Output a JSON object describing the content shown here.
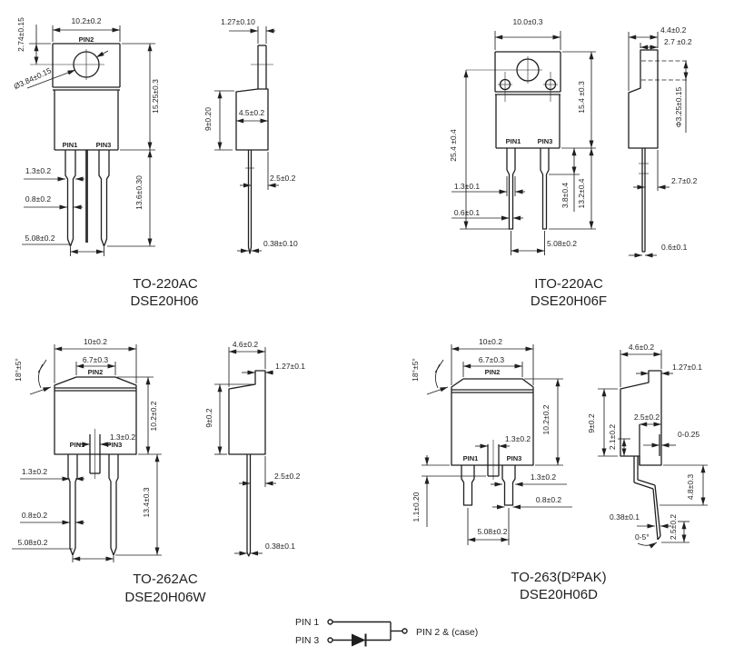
{
  "colors": {
    "line": "#1f1f1f",
    "background": "#ffffff"
  },
  "to220": {
    "caption": "TO-220AC",
    "part_number": "DSE20H06",
    "front": {
      "pin1": "PIN1",
      "pin2": "PIN2",
      "pin3": "PIN3",
      "dim_width": "10.2±0.2",
      "dim_tab_offset": "2.74±0.15",
      "dim_hole_dia": "Ø3.84±0.15",
      "dim_body_height": "15.25±0.3",
      "dim_lead_width": "1.3±0.2",
      "dim_lead_thickness": "0.8±0.2",
      "dim_lead_pitch": "5.08±0.2",
      "dim_lead_length": "13.6±0.30"
    },
    "side": {
      "dim_tab_thickness": "1.27±0.10",
      "dim_body_height": "9±0.20",
      "dim_body_depth": "4.5±0.2",
      "dim_lead_offset": "2.5±0.2",
      "dim_lead_thickness": "0.38±0.10"
    }
  },
  "ito220": {
    "caption": "ITO-220AC",
    "part_number": "DSE20H06F",
    "front": {
      "pin1": "PIN1",
      "pin3": "PIN3",
      "dim_width": "10.0±0.3",
      "dim_total_length": "25.4 ±0.4",
      "dim_body_height": "15.4 ±0.3",
      "dim_lead_width": "1.3±0.1",
      "dim_lead_thickness": "0.6±0.1",
      "dim_shoulder_length": "3.8±0.4",
      "dim_lead_length": "13.2±0.4",
      "dim_lead_pitch": "5.08±0.2"
    },
    "side": {
      "dim_body_depth": "4.4±0.2",
      "dim_tab_depth": "2.7 ±0.2",
      "dim_hole_dia": "Φ3.25±0.15",
      "dim_lead_offset": "2.7±0.2",
      "dim_lead_thickness": "0.6±0.1"
    }
  },
  "to262": {
    "caption": "TO-262AC",
    "part_number": "DSE20H06W",
    "front": {
      "pin1": "PIN1",
      "pin2": "PIN2",
      "pin3": "PIN3",
      "dim_width": "10±0.2",
      "dim_tab_width": "6.7±0.3",
      "dim_draft_angle": "18°±5°",
      "dim_body_height": "10.2±0.2",
      "dim_center_lead_width": "1.3±0.2",
      "dim_lead_width": "1.3±0.2",
      "dim_lead_thickness": "0.8±0.2",
      "dim_lead_pitch": "5.08±0.2",
      "dim_lead_length": "13.4±0.3"
    },
    "side": {
      "dim_body_depth": "4.6±0.2",
      "dim_tab_thickness": "1.27±0.1",
      "dim_body_height": "9±0.2",
      "dim_lead_offset": "2.5±0.2",
      "dim_lead_thickness": "0.38±0.1"
    }
  },
  "to263": {
    "caption": "TO-263(D²PAK)",
    "part_number": "DSE20H06D",
    "front": {
      "pin1": "PIN1",
      "pin2": "PIN2",
      "pin3": "PIN3",
      "dim_width": "10±0.2",
      "dim_tab_width": "6.7±0.3",
      "dim_draft_angle": "18°±5°",
      "dim_body_height": "10.2±0.2",
      "dim_center_lead_width": "1.3±0.2",
      "dim_lead_width": "1.3±0.2",
      "dim_lead_thickness": "0.8±0.2",
      "dim_lead_pitch": "5.08±0.2",
      "dim_stub_length": "1.1±0.20"
    },
    "side": {
      "dim_body_depth": "4.6±0.2",
      "dim_tab_thickness": "1.27±0.1",
      "dim_body_height": "9±0.2",
      "dim_step_height": "2.1±0.2",
      "dim_pad_inset": "2.5±0.2",
      "dim_standoff": "0-0.25",
      "dim_foot_height": "4.8±0.3",
      "dim_lead_thickness": "0.38±0.1",
      "dim_foot_length": "2.5±0.2",
      "dim_foot_angle": "0-5°"
    }
  },
  "schematic": {
    "pin1_label": "PIN 1",
    "pin3_label": "PIN 3",
    "pin2_label": "PIN 2 & (case)"
  }
}
